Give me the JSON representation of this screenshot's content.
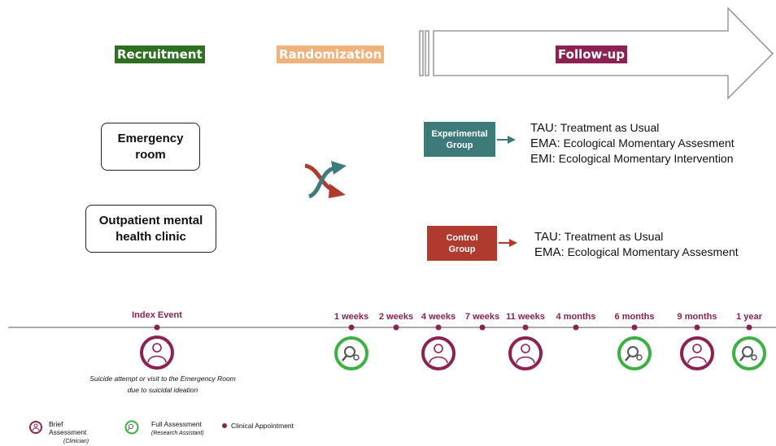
{
  "phases": {
    "recruitment": "Recruitment",
    "randomization": "Randomization",
    "follow_up": "Follow-up"
  },
  "sites": {
    "emergency_room": "Emergency room",
    "outpatient": "Outpatient mental health clinic"
  },
  "groups": {
    "experimental": {
      "label": "Experimental Group",
      "lines": [
        {
          "abbr": "TAU:",
          "text": " Treatment as Usual"
        },
        {
          "abbr": "EMA:",
          "text": " Ecological Momentary Assesment"
        },
        {
          "abbr": "EMI:",
          "text": " Ecological Momentary Intervention"
        }
      ]
    },
    "control": {
      "label": "Control Group",
      "lines": [
        {
          "abbr": "TAU:",
          "text": " Treatment as Usual"
        },
        {
          "abbr": "EMA:",
          "text": " Ecological Momentary Assesment"
        }
      ]
    }
  },
  "timeline": {
    "index_event": "Index Event",
    "index_description_1": "Suicide attempt or visit to the Emergency Room",
    "index_description_2": "due to suicidal ideation",
    "points": [
      {
        "label": "1 weeks",
        "assessment": "full"
      },
      {
        "label": "2 weeks",
        "assessment": "none"
      },
      {
        "label": "4 weeks",
        "assessment": "brief"
      },
      {
        "label": "7 weeks",
        "assessment": "none"
      },
      {
        "label": "11 weeks",
        "assessment": "brief"
      },
      {
        "label": "4 months",
        "assessment": "none"
      },
      {
        "label": "6 months",
        "assessment": "full"
      },
      {
        "label": "9 months",
        "assessment": "brief"
      },
      {
        "label": "1 year",
        "assessment": "full"
      }
    ]
  },
  "legend": {
    "brief": "Brief Assessment",
    "brief_sub": "(Clinician)",
    "full": "Full Assessment",
    "full_sub": "(Research Assistant)",
    "appointment": "Clinical Appointment"
  },
  "colors": {
    "recruitment": "#2f6f22",
    "randomization": "#f0b27a",
    "follow_up": "#8b2252",
    "experimental": "#3d7b7a",
    "control": "#b03a2e",
    "full_ring": "#3cb043",
    "brief_ring": "#8b2252"
  },
  "icons": {
    "shuffle": "shuffle-icon",
    "brief": "clinician-icon",
    "full": "magnifier-icon"
  }
}
